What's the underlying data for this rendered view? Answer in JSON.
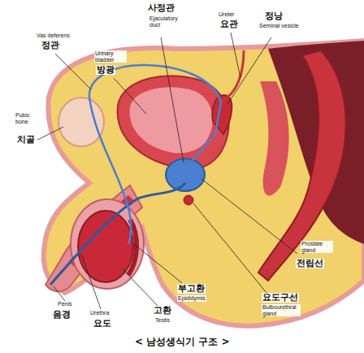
{
  "diagram": {
    "caption": "< 남성생식기 구조 >",
    "labels": [
      "사정관",
      "Ejaculatory duct",
      "Ureter",
      "요관",
      "정낭",
      "Seminal vesicle",
      "Vas deferens",
      "정관",
      "Urinary bladder",
      "방광",
      "Pubic bone",
      "치골",
      "Prostate gland",
      "전립선",
      "부고환",
      "Epididymis",
      "요도구선",
      "Bulbourethral gland",
      "고환",
      "Testis",
      "Penis",
      "음경",
      "Urethra",
      "요도"
    ]
  }
}
